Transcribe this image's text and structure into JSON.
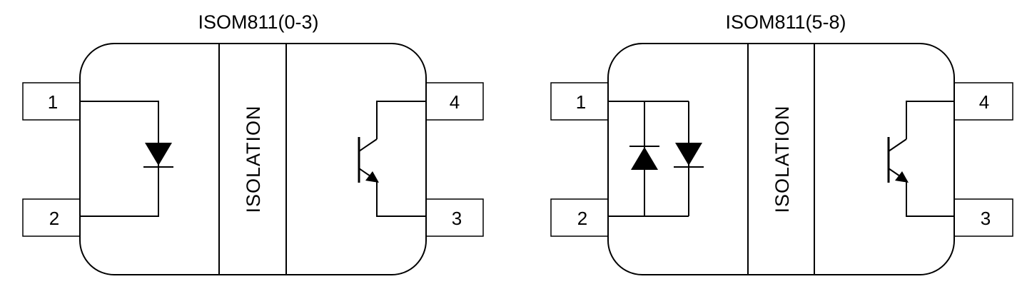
{
  "diagrams": [
    {
      "title": "ISOM811(0-3)",
      "isolation_label": "ISOLATION",
      "input_type": "single-diode",
      "pins": {
        "p1": "1",
        "p2": "2",
        "p3": "3",
        "p4": "4"
      }
    },
    {
      "title": "ISOM811(5-8)",
      "isolation_label": "ISOLATION",
      "input_type": "anti-parallel-diodes",
      "pins": {
        "p1": "1",
        "p2": "2",
        "p3": "3",
        "p4": "4"
      }
    }
  ],
  "colors": {
    "stroke": "#000000",
    "background": "#ffffff"
  }
}
